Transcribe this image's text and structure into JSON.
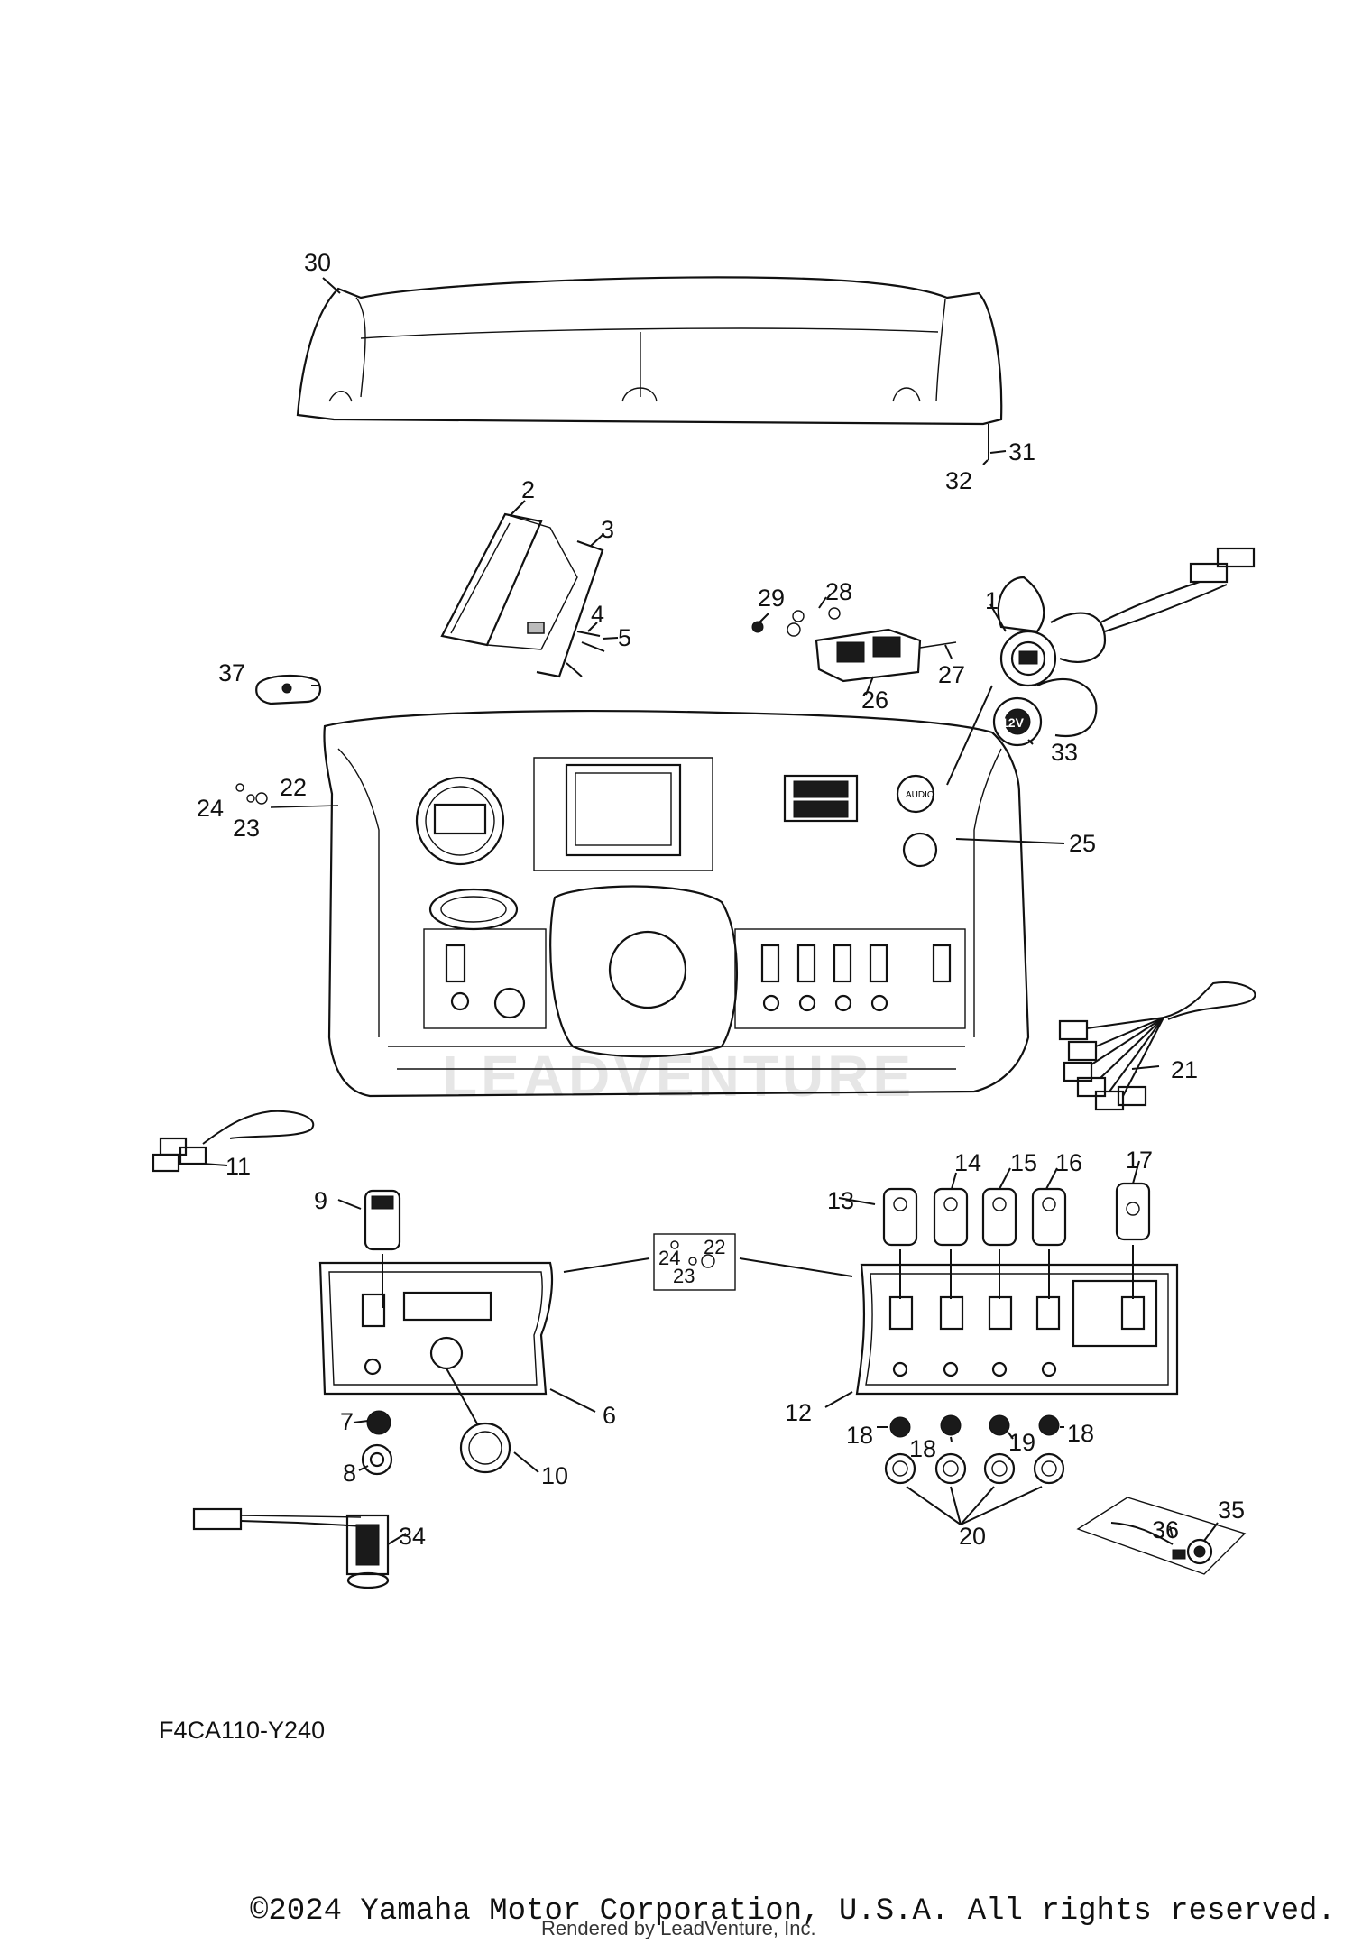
{
  "callouts": {
    "c1": "1",
    "c2": "2",
    "c3": "3",
    "c4": "4",
    "c5": "5",
    "c6": "6",
    "c7": "7",
    "c8": "8",
    "c9": "9",
    "c10": "10",
    "c11": "11",
    "c12": "12",
    "c13": "13",
    "c14": "14",
    "c15": "15",
    "c16": "16",
    "c17": "17",
    "c18": "18",
    "c19": "19",
    "c20": "20",
    "c21": "21",
    "c22": "22",
    "c23": "23",
    "c24": "24",
    "c25": "25",
    "c26": "26",
    "c27": "27",
    "c28": "28",
    "c29": "29",
    "c30": "30",
    "c31": "31",
    "c32": "32",
    "c33": "33",
    "c34": "34",
    "c35": "35",
    "c36": "36",
    "c37": "37"
  },
  "footer": {
    "diagram_code": "F4CA110-Y240",
    "copyright": "©2024 Yamaha Motor Corporation, U.S.A. All rights reserved.",
    "rendered_by": "Rendered by LeadVenture, Inc."
  },
  "watermark": "LEADVENTURE",
  "labels": {
    "audio": "AUDIO",
    "twelve_v": "12V"
  }
}
